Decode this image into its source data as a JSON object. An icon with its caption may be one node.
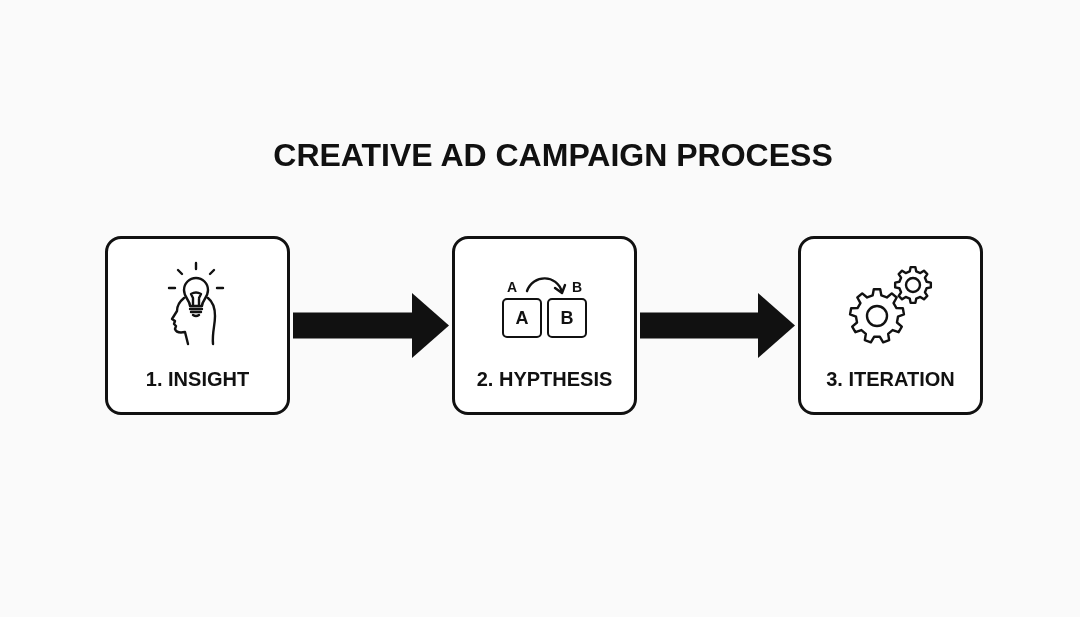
{
  "diagram": {
    "title": "CREATIVE AD CAMPAIGN PROCESS",
    "nodes": [
      {
        "text": [
          "1. INSIGHT"
        ]
      },
      {
        "text": [
          "2. HYPTHESIS"
        ]
      },
      {
        "text": [
          "A"
        ],
        "in": 1
      },
      {
        "text": [
          "B"
        ],
        "in": 1
      },
      {
        "text": [
          "3. ITERATION"
        ]
      }
    ],
    "edges": [
      {
        "from": 0,
        "to": 1,
        "arrow": "to"
      },
      {
        "from": 1,
        "to": 4,
        "arrow": "to"
      }
    ],
    "labels": [
      "A",
      "B"
    ]
  }
}
